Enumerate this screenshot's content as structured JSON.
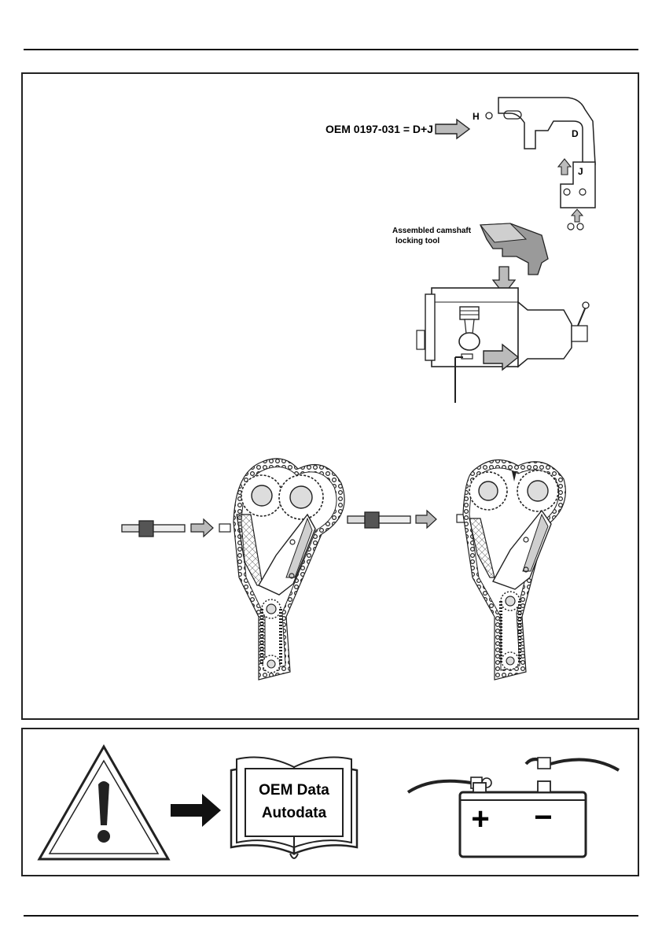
{
  "diagram": {
    "oem_equation": "OEM 0197-031 = D+J",
    "part_labels": {
      "h": "H",
      "d": "D",
      "j": "J"
    },
    "assembled_label_line1": "Assembled camshaft",
    "assembled_label_line2": "locking tool"
  },
  "notice": {
    "book_line1": "OEM Data",
    "book_line2": "Autodata",
    "battery_plus": "+",
    "battery_minus": "−"
  }
}
